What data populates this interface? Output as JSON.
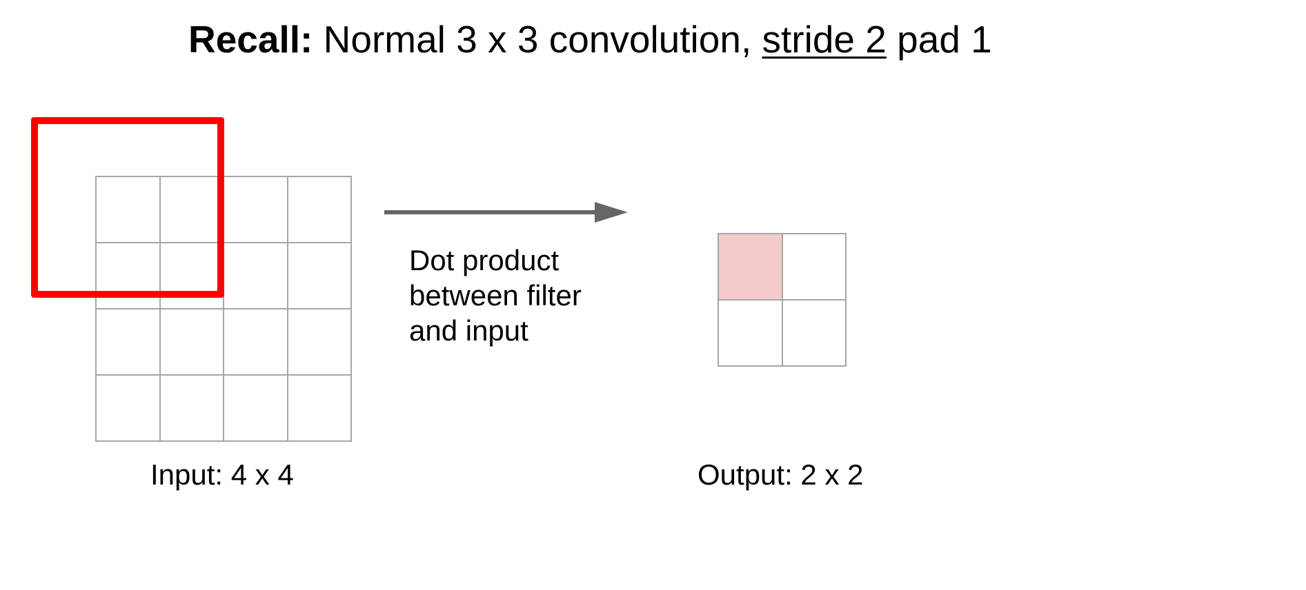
{
  "title": {
    "bold": "Recall:",
    "pre": "Normal 3 x 3 convolution,",
    "underlined": "stride 2",
    "post": "pad 1"
  },
  "input": {
    "label": "Input: 4 x 4",
    "rows": 4,
    "cols": 4
  },
  "filter": {
    "color": "#ff0000"
  },
  "arrow": {
    "text_lines": [
      "Dot product",
      "between filter",
      "and input"
    ],
    "color": "#666666"
  },
  "output": {
    "label": "Output: 2 x 2",
    "rows": 2,
    "cols": 2,
    "highlighted_cell": 0,
    "highlight_color": "#f4cccc"
  }
}
